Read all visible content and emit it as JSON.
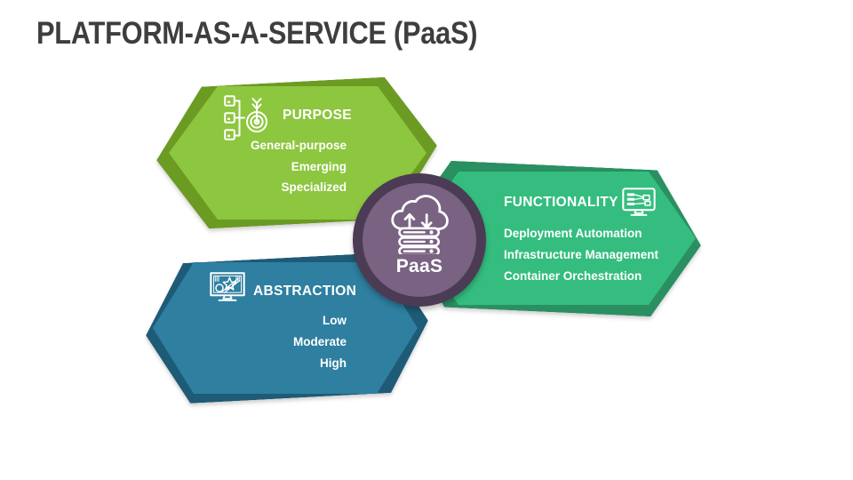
{
  "title": "PLATFORM-AS-A-SERVICE (PaaS)",
  "center": {
    "label": "PaaS",
    "icon": "cloud-server-icon"
  },
  "sections": {
    "purpose": {
      "label": "PURPOSE",
      "icon": "hierarchy-target-icon",
      "items": [
        "General-purpose",
        "Emerging",
        "Specialized"
      ],
      "fill": "#8DC63F",
      "edge": "#6B9B22"
    },
    "functionality": {
      "label": "FUNCTIONALITY",
      "icon": "monitor-flowchart-icon",
      "items": [
        "Deployment Automation",
        "Infrastructure Management",
        "Container Orchestration"
      ],
      "fill": "#34BD7F",
      "edge": "#2A8F61"
    },
    "abstraction": {
      "label": "ABSTRACTION",
      "icon": "monitor-abstract-art-icon",
      "items": [
        "Low",
        "Moderate",
        "High"
      ],
      "fill": "#2E7FA0",
      "edge": "#1E5B76"
    }
  },
  "colors": {
    "background": "#FFFFFF",
    "title_text": "#3E3E3E",
    "shape_text": "#FFFFFF",
    "paas_fill": "#796282",
    "paas_ring": "#4C3B54"
  }
}
